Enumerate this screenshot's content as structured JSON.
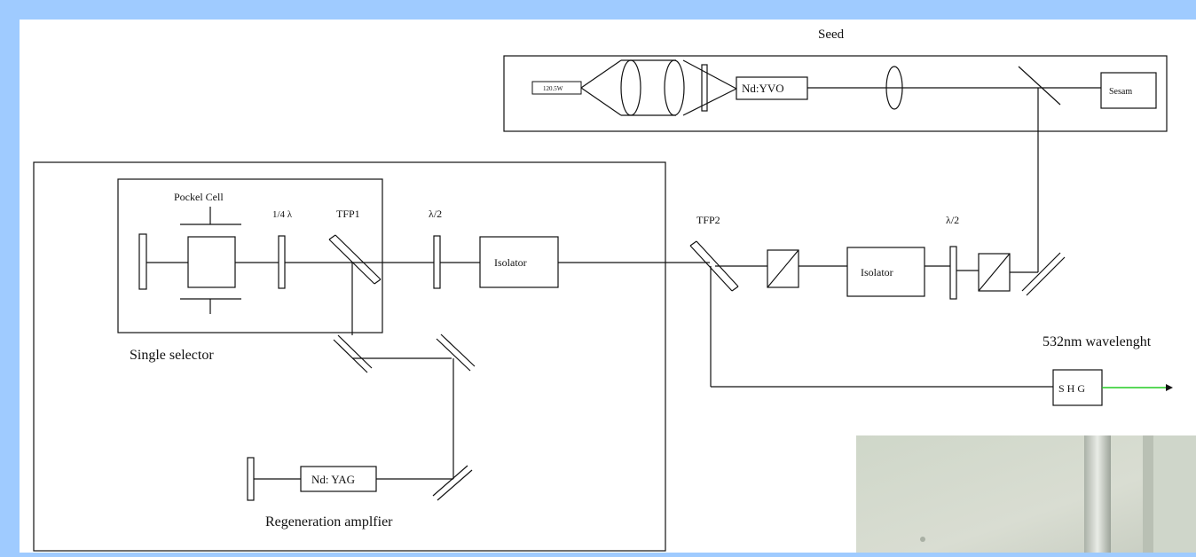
{
  "colors": {
    "frame": "#9fcbff",
    "paper": "#ffffff",
    "line": "#111111",
    "green_beam": "#22cc22",
    "photo_wall": "#d6dcd0"
  },
  "seed": {
    "title": "Seed",
    "diode_label": "120.5W",
    "crystal": "Nd:YVO",
    "sesam": "Sesam"
  },
  "selector": {
    "pockel_cell": "Pockel Cell",
    "quarter_wave": "1/4 λ",
    "tfp1": "TFP1",
    "half_wave": "λ/2",
    "isolator": "Isolator",
    "caption": "Single selector"
  },
  "amplifier": {
    "crystal": "Nd: YAG",
    "caption": "Regeneration amplfier"
  },
  "output": {
    "tfp2": "TFP2",
    "isolator": "Isolator",
    "half_wave": "λ/2",
    "shg": "S H G",
    "wavelength": "532nm wavelenght"
  },
  "photo": {
    "description_icon": "photo-thumbnail"
  }
}
